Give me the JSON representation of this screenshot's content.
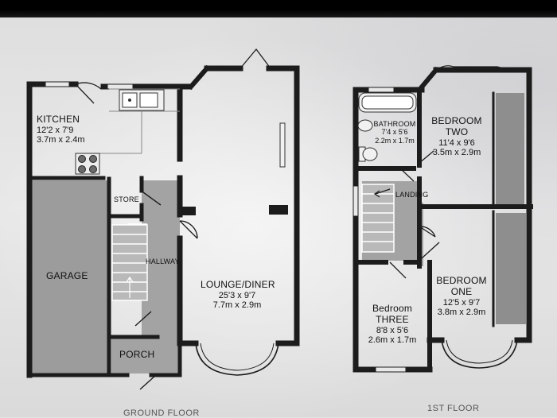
{
  "ground_floor": {
    "caption": "GROUND FLOOR",
    "rooms": {
      "kitchen": {
        "name": "KITCHEN",
        "imperial": "12'2 x 7'9",
        "metric": "3.7m x 2.4m"
      },
      "garage": {
        "name": "GARAGE"
      },
      "store": {
        "name": "STORE"
      },
      "hallway": {
        "name": "HALLWAY"
      },
      "porch": {
        "name": "PORCH"
      },
      "lounge": {
        "name": "LOUNGE/DINER",
        "imperial": "25'3 x 9'7",
        "metric": "7.7m x 2.9m"
      }
    }
  },
  "first_floor": {
    "caption": "1ST FLOOR",
    "rooms": {
      "bathroom": {
        "name": "BATHROOM",
        "imperial": "7'4 x 5'6",
        "metric": "2.2m x 1.7m"
      },
      "bedroom_two": {
        "name": "BEDROOM",
        "name2": "TWO",
        "imperial": "11'4 x 9'6",
        "metric": "3.5m x 2.9m"
      },
      "landing": {
        "name": "LANDING"
      },
      "bedroom_one": {
        "name": "BEDROOM",
        "name2": "ONE",
        "imperial": "12'5 x 9'7",
        "metric": "3.8m x 2.9m"
      },
      "bedroom_three": {
        "name": "Bedroom",
        "name2": "THREE",
        "imperial": "8'8 x 5'6",
        "metric": "2.6m x 1.7m"
      }
    }
  },
  "colors": {
    "wall": "#1c1c1c",
    "floor_fill": "#9a9a9a",
    "background": "#e4e4e4"
  }
}
